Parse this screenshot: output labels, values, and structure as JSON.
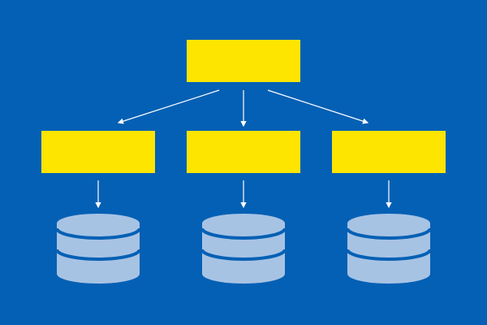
{
  "theme": {
    "background": "#0460b4",
    "node_fill": "#fee500",
    "connector_color": "#ffffff",
    "database_fill": "#a7c3e4",
    "database_band": "#0460b4"
  },
  "diagram": {
    "root": {
      "icon": "rectangle-node"
    },
    "children": [
      {
        "icon": "rectangle-node",
        "database_icon": "database-icon"
      },
      {
        "icon": "rectangle-node",
        "database_icon": "database-icon"
      },
      {
        "icon": "rectangle-node",
        "database_icon": "database-icon"
      }
    ]
  }
}
